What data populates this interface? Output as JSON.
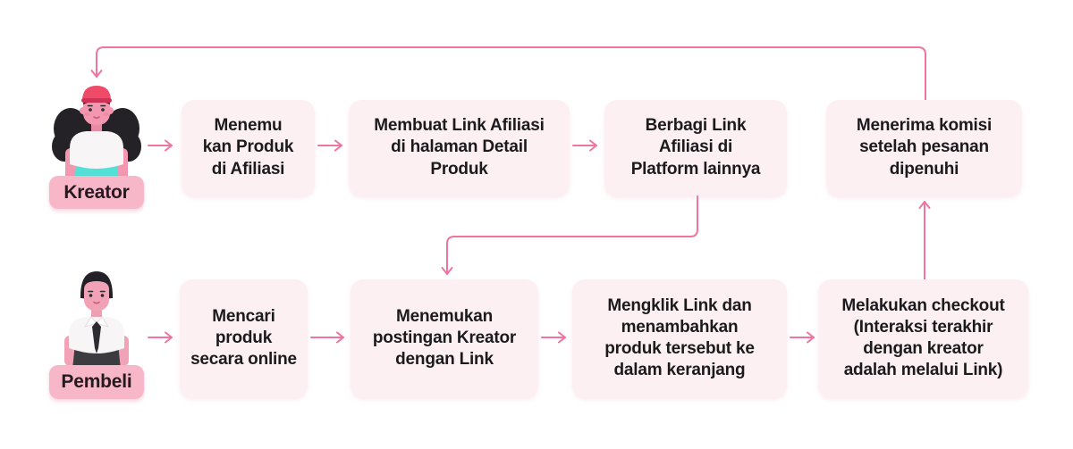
{
  "colors": {
    "background": "#FFFFFF",
    "step_box_fill": "#FDF0F2",
    "badge_fill": "#F8B6C9",
    "arrow_pink": "#EF75A0",
    "step_text": "#1B1B1D",
    "kreator_skirt_teal": "#53E0D6",
    "kreator_cap_red": "#EF4A68"
  },
  "lanes": [
    {
      "actor": {
        "label": "Kreator",
        "avatar": "woman-with-cap-illustration"
      },
      "steps": [
        {
          "id": "k1",
          "text": "Menemu\nkan Produk\ndi Afiliasi"
        },
        {
          "id": "k2",
          "text": "Membuat Link Afiliasi\ndi halaman Detail\nProduk"
        },
        {
          "id": "k3",
          "text": "Berbagi Link\nAfiliasi di\nPlatform lainnya"
        },
        {
          "id": "k4",
          "text": "Menerima komisi\nsetelah pesanan\ndipenuhi"
        }
      ]
    },
    {
      "actor": {
        "label": "Pembeli",
        "avatar": "man-with-tie-illustration"
      },
      "steps": [
        {
          "id": "p1",
          "text": "Mencari\nproduk\nsecara online"
        },
        {
          "id": "p2",
          "text": "Menemukan\npostingan Kreator\ndengan Link"
        },
        {
          "id": "p3",
          "text": "Mengklik Link dan\nmenambahkan\nproduk tersebut ke\ndalam keranjang"
        },
        {
          "id": "p4",
          "text": "Melakukan checkout\n(Interaksi terakhir\ndengan kreator\nadalah melalui Link)"
        }
      ]
    }
  ],
  "connections": [
    [
      "kreator",
      "k1"
    ],
    [
      "k1",
      "k2"
    ],
    [
      "k2",
      "k3"
    ],
    [
      "k3",
      "p2"
    ],
    [
      "k4",
      "kreator"
    ],
    [
      "pembeli",
      "p1"
    ],
    [
      "p1",
      "p2"
    ],
    [
      "p2",
      "p3"
    ],
    [
      "p3",
      "p4"
    ],
    [
      "p4",
      "k4"
    ]
  ]
}
